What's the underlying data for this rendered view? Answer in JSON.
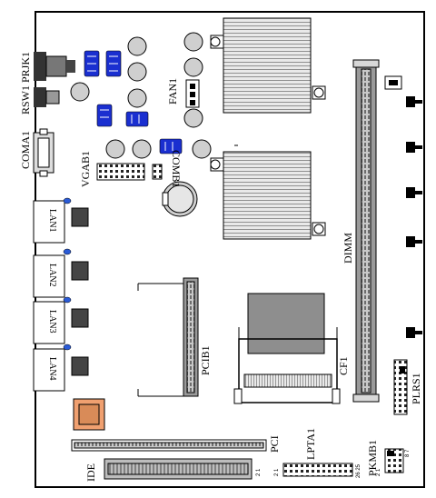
{
  "labels": {
    "prjk1": "PRJK1",
    "rsw1": "RSW1",
    "coma1": "COMA1",
    "fan1": "FAN1",
    "vgab1": "VGAB1",
    "comb1": "COMB1",
    "lan1": "LAN1",
    "lan2": "LAN2",
    "lan3": "LAN3",
    "lan4": "LAN4",
    "dimm": "DIMM",
    "pcib1": "PCIB1",
    "cf1": "CF1",
    "plrs1": "PLRS1",
    "pci": "PCI",
    "ide": "IDE",
    "lpta1": "LPTA1",
    "pkmb1": "PKMB1",
    "ide_pins": "2 1",
    "lpt_pins_left": "2 1",
    "lpt_pins_right": "26 25",
    "pkm_pins_top": "8 7",
    "pkm_pins_bottom": "2 1"
  },
  "colors": {
    "outline": "#000000",
    "jumper_blue": "#1a2fd0",
    "chip_orange": "#f0a070",
    "capacitor": "#cfcfcf",
    "heatsink": "#bdbdbd",
    "slot": "#9a9a9a",
    "cf_chip": "#8e8e8e",
    "led_blue": "#2a5bd7"
  }
}
